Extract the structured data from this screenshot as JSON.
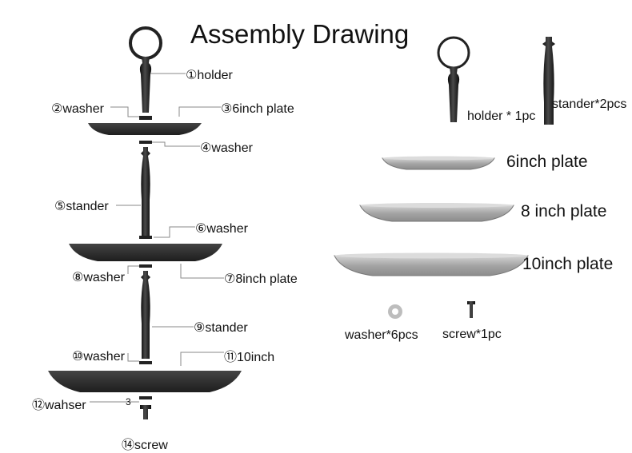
{
  "title": "Assembly Drawing",
  "assembly_labels": {
    "holder": "①holder",
    "washer_2": "②washer",
    "plate_6": "③6inch plate",
    "washer_4": "④washer",
    "stander_5": "⑤stander",
    "washer_6": "⑥washer",
    "plate_8": "⑦8inch plate",
    "washer_8": "⑧washer",
    "stander_9": "⑨stander",
    "washer_10": "⑩washer",
    "plate_10": "⑪10inch",
    "washer_12": "⑫wahser",
    "stray_number": "3",
    "screw_14": "⑭screw"
  },
  "parts_list": {
    "holder": "holder * 1pc",
    "stander": "stander*2pcs",
    "plate_6": "6inch plate",
    "plate_8": "8 inch plate",
    "plate_10": "10inch plate",
    "washer": "washer*6pcs",
    "screw": "screw*1pc"
  },
  "colors": {
    "text": "#111111",
    "metal_dark": "#1e1e1e",
    "plate_dark": "#2c2c2c",
    "plate_grey": "#a8a8a8",
    "plate_grey_light": "#cfcfcf",
    "leader_line": "#8a8a8a"
  }
}
